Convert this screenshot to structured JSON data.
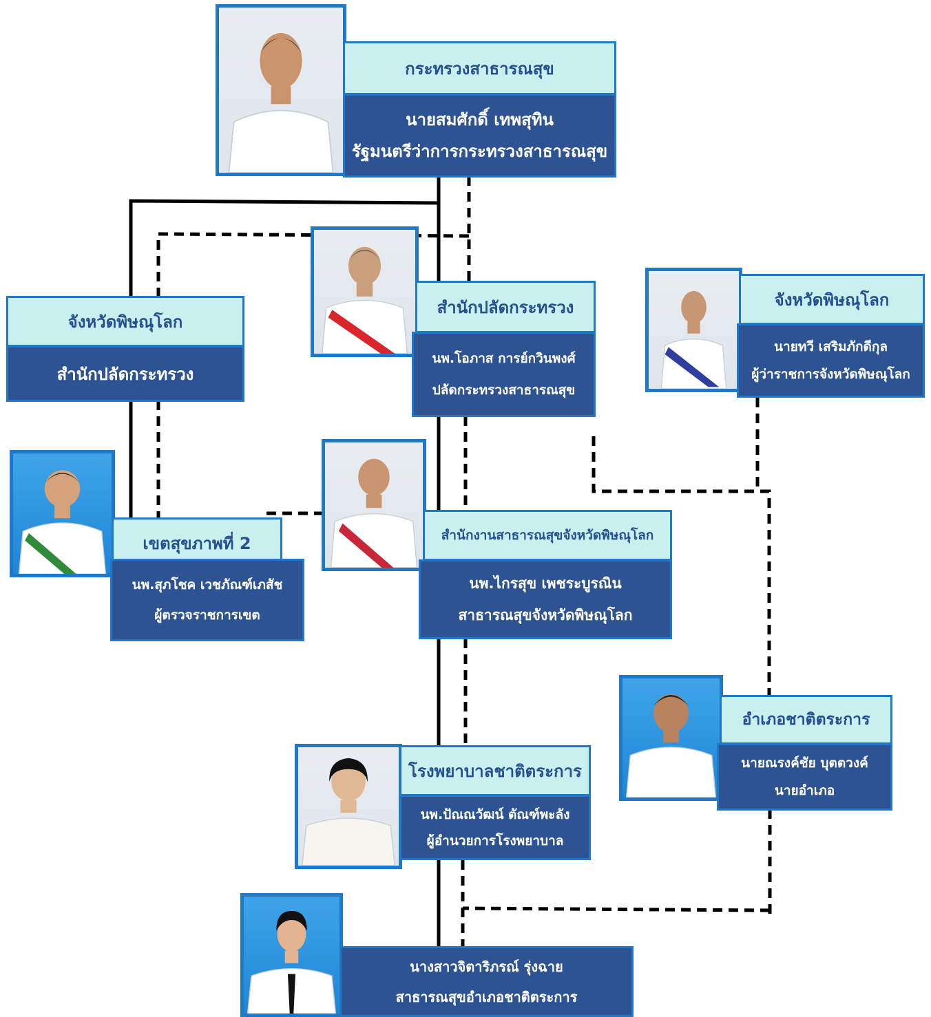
{
  "colors": {
    "header_bg": "#c9efee",
    "header_text": "#24508f",
    "body_bg": "#2e5392",
    "border": "#1f78c8",
    "line": "#000000"
  },
  "icons": {
    "photo": "person-portrait-icon"
  },
  "ministry": {
    "title": "กระทรวงสาธารณสุข",
    "name": "นายสมศักดิ์  เทพสุทิน",
    "position": "รัฐมนตรีว่าการกระทรวงสาธารณสุข"
  },
  "ps_office": {
    "title": "สำนักปลัดกระทรวง",
    "name": "นพ.โอภาส  การย์กวินพงศ์",
    "position": "ปลัดกระทรวงสาธารณสุข"
  },
  "province_left": {
    "title": "จังหวัดพิษณุโลก",
    "subtitle": "สำนักปลัดกระทรวง"
  },
  "province_right": {
    "title": "จังหวัดพิษณุโลก",
    "name": "นายทวี  เสริมภักดีกุล",
    "position": "ผู้ว่าราชการจังหวัดพิษณุโลก"
  },
  "health_region": {
    "title": "เขตสุขภาพที่ 2",
    "name": "นพ.สุภโชค เวชภัณฑ์เภสัช",
    "position": "ผู้ตรวจราชการเขต"
  },
  "provincial_office": {
    "title": "สำนักงานสาธารณสุขจังหวัดพิษณุโลก",
    "name": "นพ.ไกรสุข  เพชระบูรณิน",
    "position": "สาธารณสุขจังหวัดพิษณุโลก"
  },
  "district": {
    "title": "อำเภอชาติตระการ",
    "name": "นายณรงค์ชัย  บุตตวงค์",
    "position": "นายอำเภอ"
  },
  "hospital": {
    "title": "โรงพยาบาลชาติตระการ",
    "name": "นพ.ปัณณวัฒน์ ตัณฑ์พะลัง",
    "position": "ผู้อำนวยการโรงพยาบาล"
  },
  "district_health": {
    "name": "นางสาวจิตาริภรณ์ รุ่งฉาย",
    "position": "สาธารณสุขอำเภอชาติตระการ"
  }
}
